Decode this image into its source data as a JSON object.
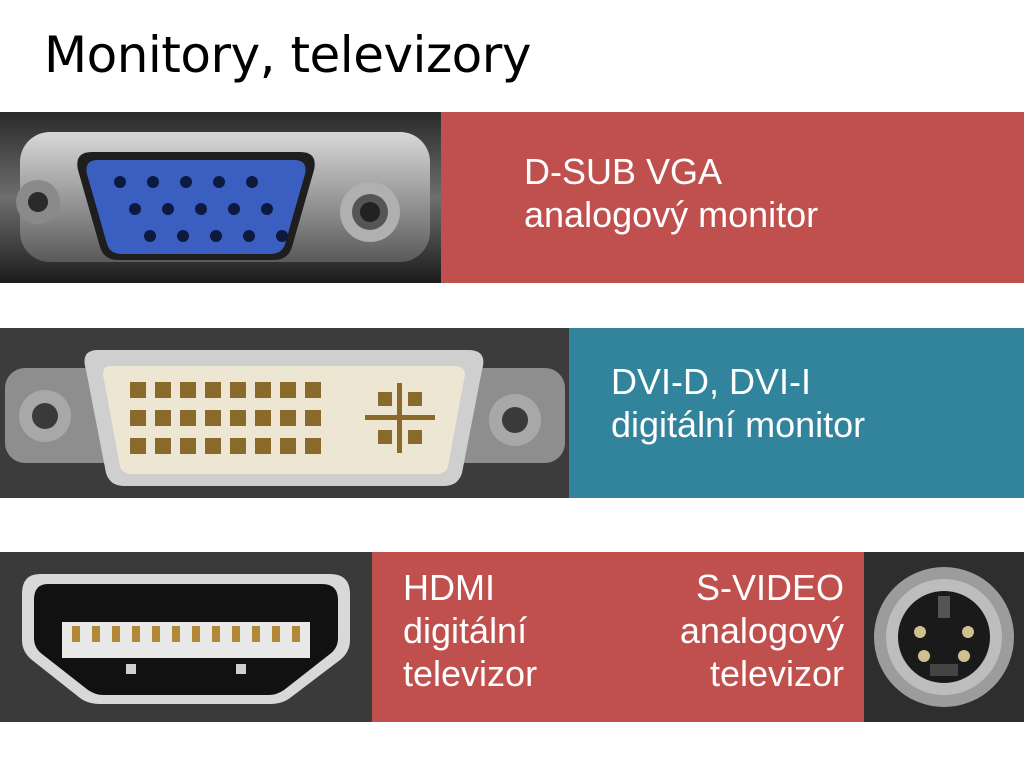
{
  "slide": {
    "title": "Monitory, televizory"
  },
  "colors": {
    "red_panel": "#c0504d",
    "teal_panel": "#31849b",
    "vga_blue": "#3b5fc0"
  },
  "rows": {
    "vga": {
      "line1": "D-SUB VGA",
      "line2": "analogový monitor",
      "icon": "vga-connector-photo"
    },
    "dvi": {
      "line1": "DVI-D, DVI-I",
      "line2": "digitální monitor",
      "icon": "dvi-connector-photo"
    },
    "hdmi": {
      "line1": "HDMI",
      "line2": "digitální",
      "line3": "televizor",
      "icon": "hdmi-connector-photo"
    },
    "svideo": {
      "line1": "S-VIDEO",
      "line2": "analogový",
      "line3": "televizor",
      "icon": "svideo-connector-photo"
    }
  }
}
